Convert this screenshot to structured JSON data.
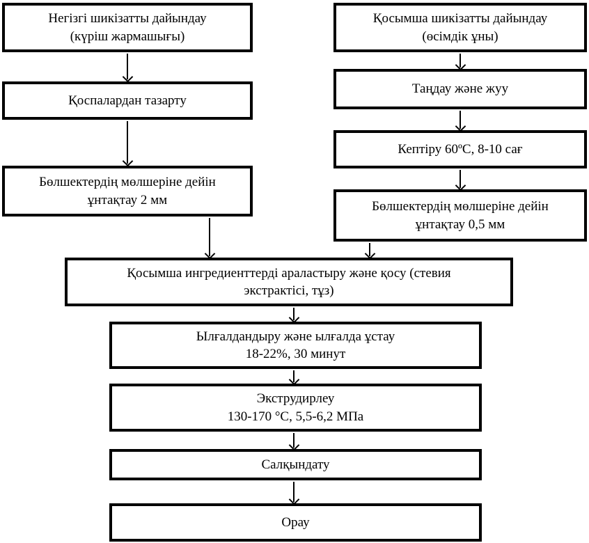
{
  "flowchart": {
    "language": "kk",
    "background_color": "#ffffff",
    "box_border_color": "#000000",
    "text_color": "#000000",
    "boxes": {
      "main_raw_prep": {
        "line1": "Негізгі шикізатты дайындау",
        "line2": "(күріш жармашығы)"
      },
      "impurity_cleaning": {
        "line1": "Қоспалардан тазарту"
      },
      "grinding_2mm": {
        "line1": "Бөлшектердің мөлшеріне дейін",
        "line2": "ұнтақтау 2 мм"
      },
      "additional_raw_prep": {
        "line1": "Қосымша шикізатты дайындау",
        "line2": "(өсімдік ұны)"
      },
      "sorting_washing": {
        "line1": "Таңдау және жуу"
      },
      "drying": {
        "line1": "Кептіру 60ºС, 8-10 сағ"
      },
      "grinding_05mm": {
        "line1": "Бөлшектердің мөлшеріне дейін",
        "line2": "ұнтақтау 0,5 мм"
      },
      "mixing_ingredients": {
        "line1": "Қосымша ингредиенттерді араластыру және қосу (стевия",
        "line2": "экстрактісі, тұз)"
      },
      "moistening": {
        "line1": "Ылғалдандыру және ылғалда ұстау",
        "line2": "18-22%, 30 минут"
      },
      "extrusion": {
        "line1": "Экструдирлеу",
        "line2": "130-170 °С, 5,5-6,2 МПа"
      },
      "cooling": {
        "line1": "Салқындату"
      },
      "packaging": {
        "line1": "Орау"
      }
    }
  }
}
